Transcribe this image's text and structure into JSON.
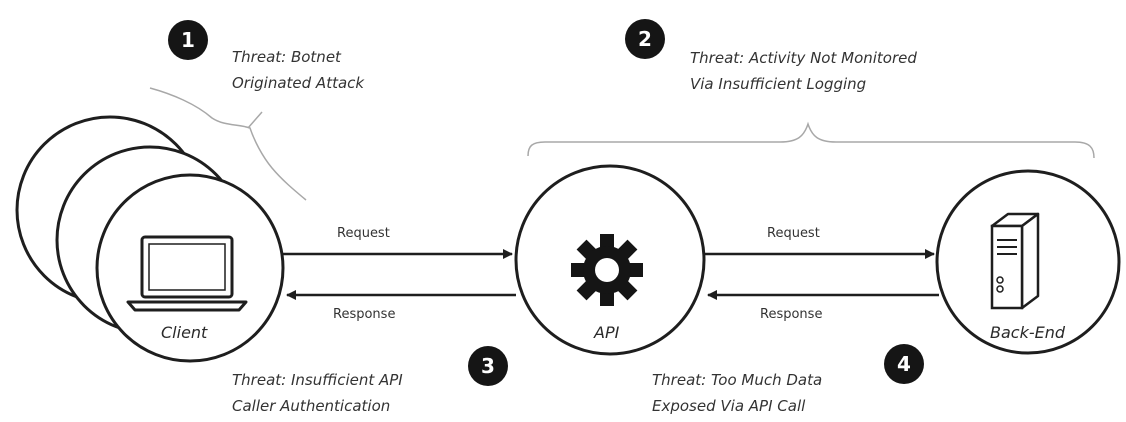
{
  "threats": [
    {
      "number": "1",
      "lines": [
        "Threat: Botnet",
        "Originated Attack"
      ]
    },
    {
      "number": "2",
      "lines": [
        "Threat: Activity Not Monitored",
        "Via Insufficient Logging"
      ]
    },
    {
      "number": "3",
      "lines": [
        "Threat: Insufficient API",
        "Caller Authentication"
      ]
    },
    {
      "number": "4",
      "lines": [
        "Threat: Too Much Data",
        "Exposed Via API Call"
      ]
    }
  ],
  "nodes": {
    "client": {
      "label": "Client",
      "icon": "laptop-icon"
    },
    "api": {
      "label": "API",
      "icon": "gear-icon"
    },
    "backend": {
      "label": "Back-End",
      "icon": "server-icon"
    }
  },
  "flows": {
    "client_api": {
      "request": "Request",
      "response": "Response"
    },
    "api_backend": {
      "request": "Request",
      "response": "Response"
    }
  }
}
